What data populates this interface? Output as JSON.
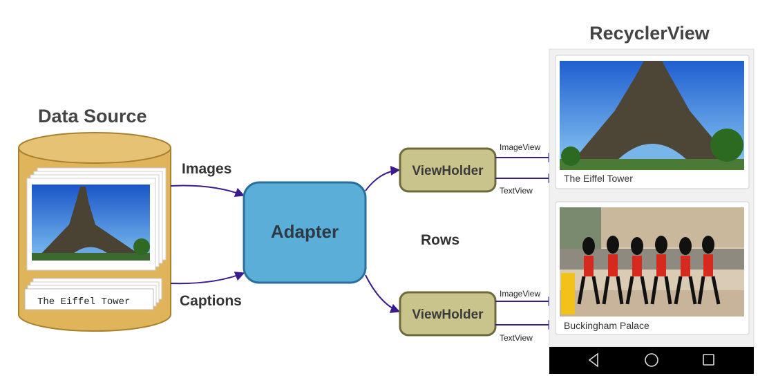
{
  "data_source": {
    "title": "Data Source",
    "caption_text": "The Eiffel Tower"
  },
  "flows": {
    "images": "Images",
    "captions": "Captions",
    "rows": "Rows"
  },
  "adapter": {
    "label": "Adapter"
  },
  "viewholders": [
    {
      "label": "ViewHolder"
    },
    {
      "label": "ViewHolder"
    }
  ],
  "recycler": {
    "title": "RecyclerView",
    "rows": [
      {
        "caption": "The Eiffel Tower",
        "imageview_label": "ImageView",
        "textview_label": "TextView"
      },
      {
        "caption": "Buckingham Palace",
        "imageview_label": "ImageView",
        "textview_label": "TextView"
      }
    ],
    "nav_icons": [
      "back-icon",
      "home-icon",
      "recents-icon"
    ]
  },
  "colors": {
    "cylinder": "#dfb45b",
    "cylinder_stroke": "#a9812e",
    "adapter_fill": "#5aaed8",
    "adapter_stroke": "#2a6f9a",
    "viewholder_fill": "#c8c48c",
    "viewholder_stroke": "#6e6b3a",
    "arrow": "#3a1a8c",
    "navbar": "#000000"
  }
}
